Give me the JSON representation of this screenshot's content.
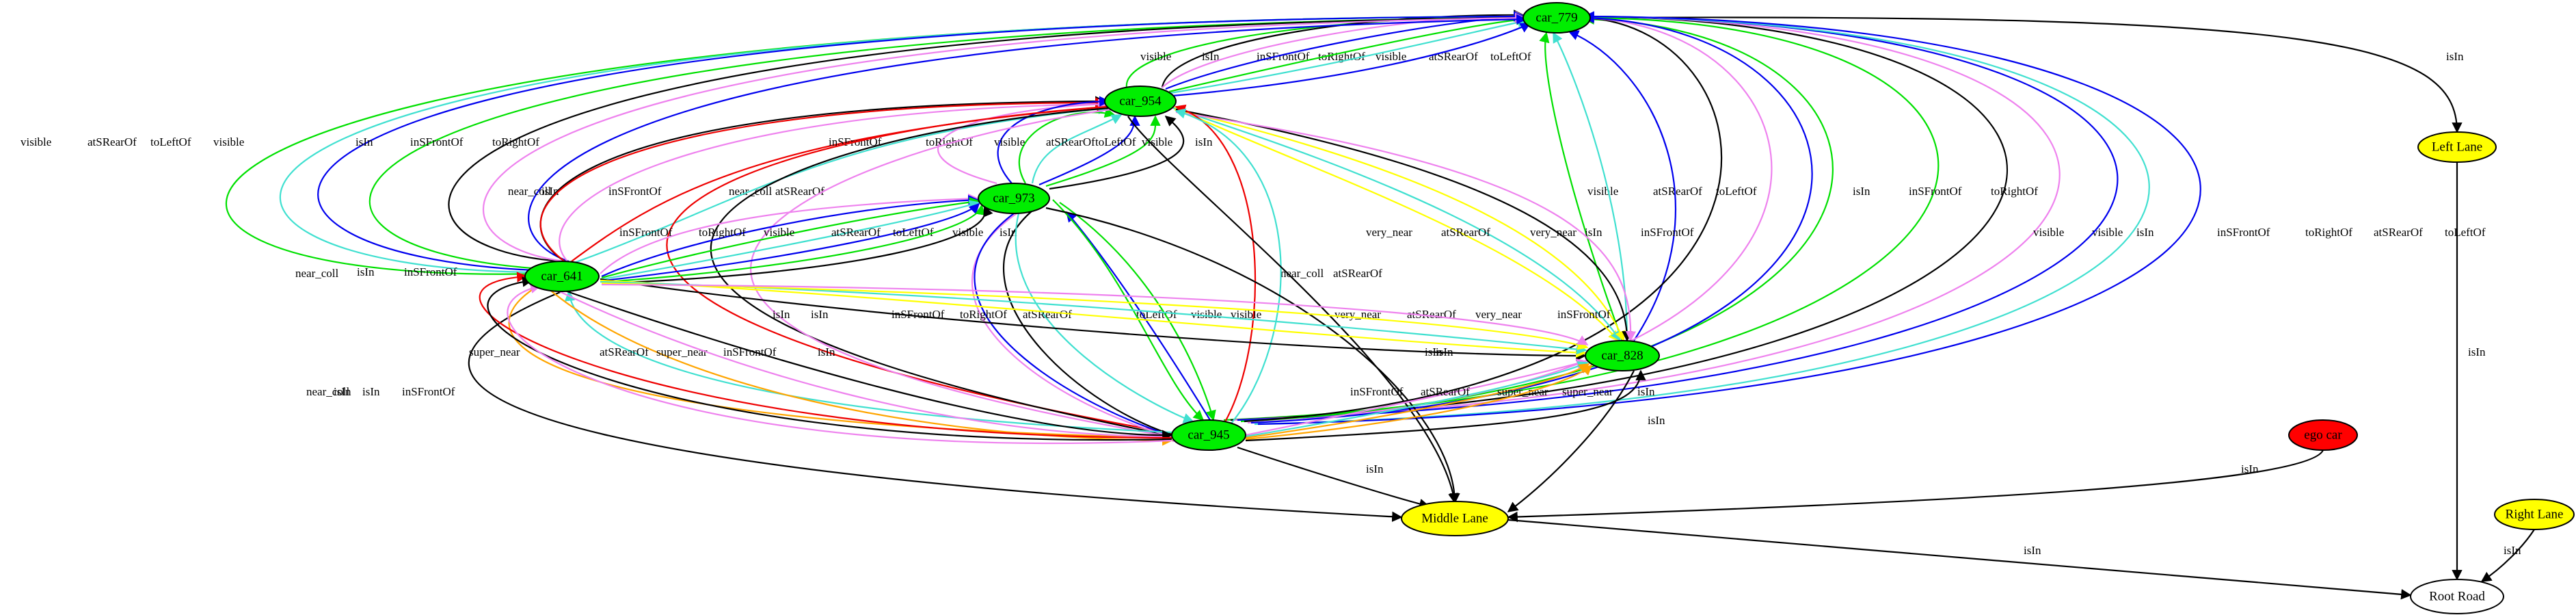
{
  "graph": {
    "colors": {
      "isIn": "#000000",
      "visible": "#00e000",
      "toLeftOf": "#0000ee",
      "toRightOf": "#0000ee",
      "atSRearOf": "#40e0d0",
      "inSFrontOf": "#ee82ee",
      "near_coll": "#ee0000",
      "super_near": "#ffa500",
      "very_near": "#ffff00"
    },
    "nodes": [
      {
        "id": "car_779",
        "label": "car_779",
        "fill": "#00ee00"
      },
      {
        "id": "car_954",
        "label": "car_954",
        "fill": "#00ee00"
      },
      {
        "id": "car_973",
        "label": "car_973",
        "fill": "#00ee00"
      },
      {
        "id": "car_641",
        "label": "car_641",
        "fill": "#00ee00"
      },
      {
        "id": "car_828",
        "label": "car_828",
        "fill": "#00ee00"
      },
      {
        "id": "car_945",
        "label": "car_945",
        "fill": "#00ee00"
      },
      {
        "id": "ego",
        "label": "ego car",
        "fill": "#ff0000"
      },
      {
        "id": "left",
        "label": "Left Lane",
        "fill": "#ffff00"
      },
      {
        "id": "middle",
        "label": "Middle Lane",
        "fill": "#ffff00"
      },
      {
        "id": "right",
        "label": "Right Lane",
        "fill": "#ffff00"
      },
      {
        "id": "road",
        "label": "Root Road",
        "fill": "#ffffff"
      }
    ],
    "edges": [
      {
        "from": "car_954",
        "to": "car_779",
        "label": "visible",
        "rel": "visible"
      },
      {
        "from": "car_954",
        "to": "car_779",
        "label": "isIn",
        "rel": "isIn"
      },
      {
        "from": "car_954",
        "to": "car_779",
        "label": "inSFrontOf",
        "rel": "inSFrontOf"
      },
      {
        "from": "car_954",
        "to": "car_779",
        "label": "toRightOf",
        "rel": "toRightOf"
      },
      {
        "from": "car_954",
        "to": "car_779",
        "label": "visible",
        "rel": "visible"
      },
      {
        "from": "car_954",
        "to": "car_779",
        "label": "atSRearOf",
        "rel": "atSRearOf"
      },
      {
        "from": "car_954",
        "to": "car_779",
        "label": "toLeftOf",
        "rel": "toLeftOf"
      },
      {
        "from": "car_641",
        "to": "car_779",
        "label": "visible",
        "rel": "visible"
      },
      {
        "from": "car_641",
        "to": "car_779",
        "label": "atSRearOf",
        "rel": "atSRearOf"
      },
      {
        "from": "car_641",
        "to": "car_779",
        "label": "toLeftOf",
        "rel": "toLeftOf"
      },
      {
        "from": "car_641",
        "to": "car_779",
        "label": "visible",
        "rel": "visible"
      },
      {
        "from": "car_641",
        "to": "car_779",
        "label": "isIn",
        "rel": "isIn"
      },
      {
        "from": "car_641",
        "to": "car_779",
        "label": "inSFrontOf",
        "rel": "inSFrontOf"
      },
      {
        "from": "car_641",
        "to": "car_779",
        "label": "toRightOf",
        "rel": "toRightOf"
      },
      {
        "from": "car_779",
        "to": "left",
        "label": "isIn",
        "rel": "isIn"
      },
      {
        "from": "car_828",
        "to": "car_779",
        "label": "visible",
        "rel": "visible"
      },
      {
        "from": "car_828",
        "to": "car_779",
        "label": "atSRearOf",
        "rel": "atSRearOf"
      },
      {
        "from": "car_828",
        "to": "car_779",
        "label": "toLeftOf",
        "rel": "toLeftOf"
      },
      {
        "from": "car_945",
        "to": "car_779",
        "label": "visible",
        "rel": "visible"
      },
      {
        "from": "car_945",
        "to": "car_779",
        "label": "isIn",
        "rel": "isIn"
      },
      {
        "from": "car_945",
        "to": "car_779",
        "label": "inSFrontOf",
        "rel": "inSFrontOf"
      },
      {
        "from": "car_945",
        "to": "car_779",
        "label": "toRightOf",
        "rel": "toRightOf"
      },
      {
        "from": "car_945",
        "to": "car_779",
        "label": "visible",
        "rel": "visible"
      },
      {
        "from": "car_945",
        "to": "car_779",
        "label": "isIn",
        "rel": "isIn"
      },
      {
        "from": "car_945",
        "to": "car_779",
        "label": "inSFrontOf",
        "rel": "inSFrontOf"
      },
      {
        "from": "car_945",
        "to": "car_779",
        "label": "toRightOf",
        "rel": "toRightOf"
      },
      {
        "from": "car_945",
        "to": "car_779",
        "label": "atSRearOf",
        "rel": "atSRearOf"
      },
      {
        "from": "car_945",
        "to": "car_779",
        "label": "toLeftOf",
        "rel": "toLeftOf"
      },
      {
        "from": "car_641",
        "to": "car_954",
        "label": "isIn",
        "rel": "isIn"
      },
      {
        "from": "car_641",
        "to": "car_954",
        "label": "near_coll",
        "rel": "near_coll"
      },
      {
        "from": "car_641",
        "to": "car_954",
        "label": "inSFrontOf",
        "rel": "inSFrontOf"
      },
      {
        "from": "car_641",
        "to": "car_954",
        "label": "near_coll",
        "rel": "near_coll"
      },
      {
        "from": "car_641",
        "to": "car_954",
        "label": "atSRearOf",
        "rel": "atSRearOf"
      },
      {
        "from": "car_973",
        "to": "car_954",
        "label": "inSFrontOf",
        "rel": "inSFrontOf"
      },
      {
        "from": "car_973",
        "to": "car_954",
        "label": "toRightOf",
        "rel": "toRightOf"
      },
      {
        "from": "car_973",
        "to": "car_954",
        "label": "visible",
        "rel": "visible"
      },
      {
        "from": "car_973",
        "to": "car_954",
        "label": "atSRearOf",
        "rel": "atSRearOf"
      },
      {
        "from": "car_973",
        "to": "car_954",
        "label": "toLeftOf",
        "rel": "toLeftOf"
      },
      {
        "from": "car_973",
        "to": "car_954",
        "label": "visible",
        "rel": "visible"
      },
      {
        "from": "car_973",
        "to": "car_954",
        "label": "isIn",
        "rel": "isIn"
      },
      {
        "from": "car_954",
        "to": "car_828",
        "label": "very_near",
        "rel": "very_near"
      },
      {
        "from": "car_954",
        "to": "car_828",
        "label": "atSRearOf",
        "rel": "atSRearOf"
      },
      {
        "from": "car_954",
        "to": "car_828",
        "label": "very_near",
        "rel": "very_near"
      },
      {
        "from": "car_954",
        "to": "car_828",
        "label": "isIn",
        "rel": "isIn"
      },
      {
        "from": "car_954",
        "to": "car_828",
        "label": "inSFrontOf",
        "rel": "inSFrontOf"
      },
      {
        "from": "car_945",
        "to": "car_954",
        "label": "near_coll",
        "rel": "near_coll"
      },
      {
        "from": "car_945",
        "to": "car_954",
        "label": "atSRearOf",
        "rel": "atSRearOf"
      },
      {
        "from": "car_954",
        "to": "middle",
        "label": "isIn",
        "rel": "isIn"
      },
      {
        "from": "car_954",
        "to": "car_945",
        "label": "near_coll",
        "rel": "near_coll"
      },
      {
        "from": "car_954",
        "to": "car_945",
        "label": "isIn",
        "rel": "isIn"
      },
      {
        "from": "car_954",
        "to": "car_945",
        "label": "inSFrontOf",
        "rel": "inSFrontOf"
      },
      {
        "from": "car_641",
        "to": "car_973",
        "label": "inSFrontOf",
        "rel": "inSFrontOf"
      },
      {
        "from": "car_641",
        "to": "car_973",
        "label": "toRightOf",
        "rel": "toRightOf"
      },
      {
        "from": "car_641",
        "to": "car_973",
        "label": "visible",
        "rel": "visible"
      },
      {
        "from": "car_641",
        "to": "car_973",
        "label": "atSRearOf",
        "rel": "atSRearOf"
      },
      {
        "from": "car_641",
        "to": "car_973",
        "label": "toLeftOf",
        "rel": "toLeftOf"
      },
      {
        "from": "car_641",
        "to": "car_973",
        "label": "visible",
        "rel": "visible"
      },
      {
        "from": "car_641",
        "to": "car_973",
        "label": "isIn",
        "rel": "isIn"
      },
      {
        "from": "car_973",
        "to": "car_945",
        "label": "isIn",
        "rel": "isIn"
      },
      {
        "from": "car_973",
        "to": "car_945",
        "label": "inSFrontOf",
        "rel": "inSFrontOf"
      },
      {
        "from": "car_973",
        "to": "car_945",
        "label": "toRightOf",
        "rel": "toRightOf"
      },
      {
        "from": "car_973",
        "to": "car_945",
        "label": "atSRearOf",
        "rel": "atSRearOf"
      },
      {
        "from": "car_945",
        "to": "car_973",
        "label": "toLeftOf",
        "rel": "toLeftOf"
      },
      {
        "from": "car_973",
        "to": "car_945",
        "label": "visible",
        "rel": "visible"
      },
      {
        "from": "car_973",
        "to": "car_945",
        "label": "visible",
        "rel": "visible"
      },
      {
        "from": "car_973",
        "to": "middle",
        "label": "isIn",
        "rel": "isIn"
      },
      {
        "from": "car_641",
        "to": "car_828",
        "label": "isIn",
        "rel": "isIn"
      },
      {
        "from": "car_641",
        "to": "car_828",
        "label": "very_near",
        "rel": "very_near"
      },
      {
        "from": "car_641",
        "to": "car_828",
        "label": "atSRearOf",
        "rel": "atSRearOf"
      },
      {
        "from": "car_641",
        "to": "car_828",
        "label": "very_near",
        "rel": "very_near"
      },
      {
        "from": "car_641",
        "to": "car_828",
        "label": "inSFrontOf",
        "rel": "inSFrontOf"
      },
      {
        "from": "car_641",
        "to": "middle",
        "label": "isIn",
        "rel": "isIn"
      },
      {
        "from": "car_641",
        "to": "car_945",
        "label": "super_near",
        "rel": "super_near"
      },
      {
        "from": "car_945",
        "to": "car_641",
        "label": "atSRearOf",
        "rel": "atSRearOf"
      },
      {
        "from": "car_641",
        "to": "car_945",
        "label": "super_near",
        "rel": "super_near"
      },
      {
        "from": "car_641",
        "to": "car_945",
        "label": "inSFrontOf",
        "rel": "inSFrontOf"
      },
      {
        "from": "car_641",
        "to": "car_945",
        "label": "isIn",
        "rel": "isIn"
      },
      {
        "from": "car_945",
        "to": "car_641",
        "label": "near_coll",
        "rel": "near_coll"
      },
      {
        "from": "car_945",
        "to": "car_641",
        "label": "isIn",
        "rel": "isIn"
      },
      {
        "from": "car_945",
        "to": "car_641",
        "label": "inSFrontOf",
        "rel": "inSFrontOf"
      },
      {
        "from": "car_945",
        "to": "car_828",
        "label": "inSFrontOf",
        "rel": "inSFrontOf"
      },
      {
        "from": "car_945",
        "to": "car_828",
        "label": "atSRearOf",
        "rel": "atSRearOf"
      },
      {
        "from": "car_945",
        "to": "car_828",
        "label": "super_near",
        "rel": "super_near"
      },
      {
        "from": "car_945",
        "to": "car_828",
        "label": "super_near",
        "rel": "super_near"
      },
      {
        "from": "car_945",
        "to": "car_828",
        "label": "isIn",
        "rel": "isIn"
      },
      {
        "from": "car_828",
        "to": "middle",
        "label": "isIn",
        "rel": "isIn"
      },
      {
        "from": "car_945",
        "to": "middle",
        "label": "isIn",
        "rel": "isIn"
      },
      {
        "from": "ego",
        "to": "middle",
        "label": "isIn",
        "rel": "isIn"
      },
      {
        "from": "left",
        "to": "road",
        "label": "isIn",
        "rel": "isIn"
      },
      {
        "from": "middle",
        "to": "road",
        "label": "isIn",
        "rel": "isIn"
      },
      {
        "from": "right",
        "to": "road",
        "label": "isIn",
        "rel": "isIn"
      }
    ]
  }
}
